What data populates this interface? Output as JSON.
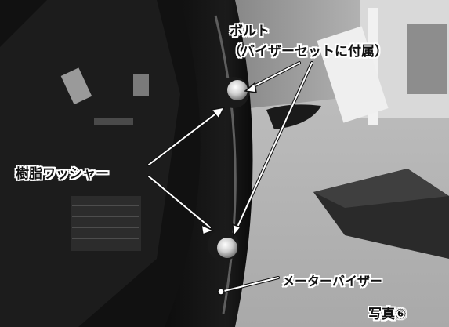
{
  "labels": {
    "bolt_line1": "ボルト",
    "bolt_line2": "（バイザーセットに付属）",
    "washer": "樹脂ワッシャー",
    "meter_visor": "メーターバイザー",
    "photo_number": "写真⑥"
  },
  "image": {
    "tone": "grayscale",
    "subject": "motorcycle front with meter visor bolts"
  }
}
